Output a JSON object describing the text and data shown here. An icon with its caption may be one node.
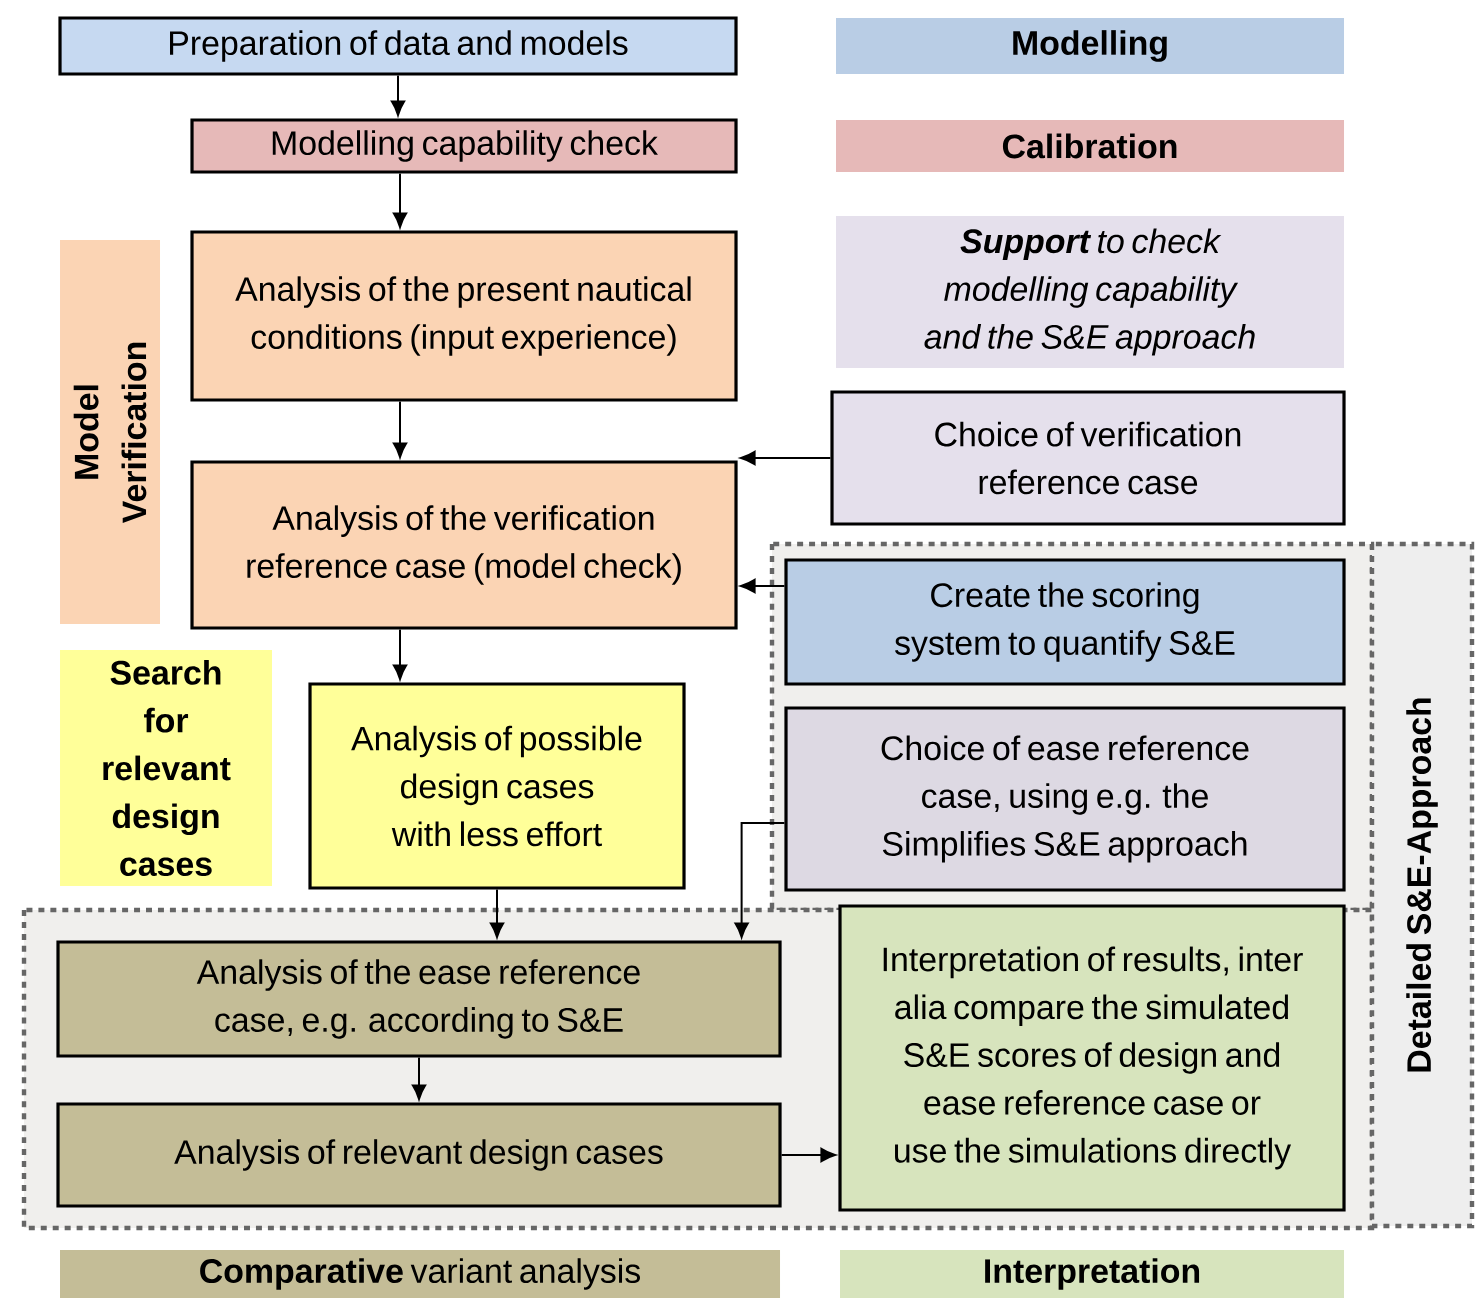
{
  "diagram": {
    "nodes": [
      {
        "text": [
          "Preparation of data and models"
        ]
      },
      {
        "text": [
          "Modelling"
        ]
      },
      {
        "text": [
          "Modelling capability check"
        ]
      },
      {
        "text": [
          "Calibration"
        ]
      },
      {
        "text": [
          "Model Verification"
        ]
      },
      {
        "text": [
          "Analysis of the present nautical conditions (input experience)"
        ]
      },
      {
        "text": [
          "**Support** to check modelling capability and the S&E approach"
        ]
      },
      {
        "text": [
          "Analysis of the verification reference case (model check)"
        ]
      },
      {
        "text": [
          "Choice of  verification reference case"
        ]
      },
      {
        "text": [
          "Detailed S&E-Approach"
        ]
      },
      {
        "text": [
          "Create the scoring system to quantify S&E"
        ]
      },
      {
        "text": [
          "Search for relevant design cases"
        ]
      },
      {
        "text": [
          "Analysis of possible design cases with less effort"
        ]
      },
      {
        "text": [
          "Choice of  ease reference case, using e.g. the Simplifies S&E approach"
        ]
      },
      {
        "text": [
          "Analysis of  the ease reference case, e.g. according to S&E"
        ]
      },
      {
        "text": [
          "Interpretation of results, inter alia compare the simulated S&E scores of design and ease reference case or use the simulations directly"
        ]
      },
      {
        "text": [
          "Analysis of relevant design cases"
        ]
      },
      {
        "text": [
          "**Comparative** variant analysis"
        ]
      },
      {
        "text": [
          "Interpretation"
        ]
      }
    ],
    "edges": [
      {
        "from": 0,
        "to": 2,
        "arrow": "to"
      },
      {
        "from": 2,
        "to": 5,
        "arrow": "to"
      },
      {
        "from": 5,
        "to": 7,
        "arrow": "to"
      },
      {
        "from": 8,
        "to": 7,
        "arrow": "to"
      },
      {
        "from": 10,
        "to": 7,
        "arrow": "to"
      },
      {
        "from": 7,
        "to": 12,
        "arrow": "to"
      },
      {
        "from": 12,
        "to": 14,
        "arrow": "to"
      },
      {
        "from": 13,
        "to": 14,
        "arrow": "to"
      },
      {
        "from": 14,
        "to": 16,
        "arrow": "to"
      },
      {
        "from": 16,
        "to": 15,
        "arrow": "to"
      }
    ]
  }
}
